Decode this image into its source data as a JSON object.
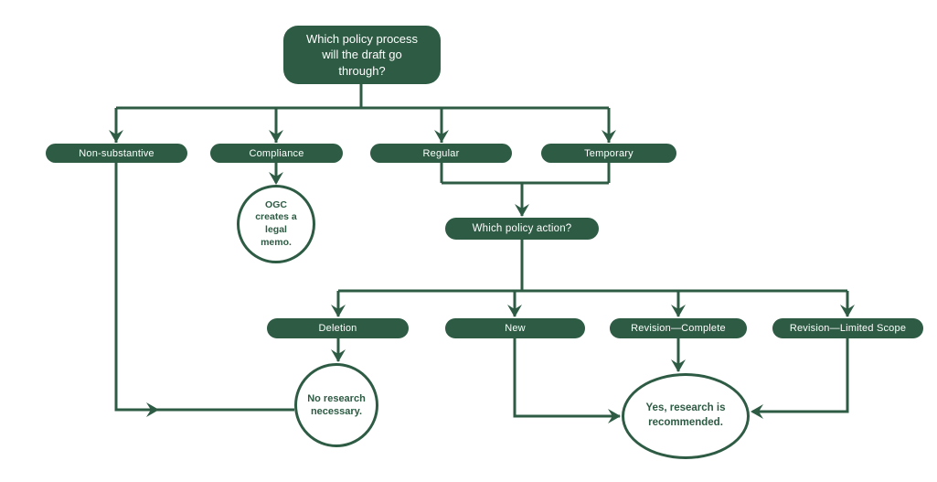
{
  "colors": {
    "green": "#2d5b43",
    "white": "#ffffff"
  },
  "root": {
    "label": "Which policy process will the draft go through?"
  },
  "process_branches": [
    {
      "label": "Non-substantive"
    },
    {
      "label": "Compliance"
    },
    {
      "label": "Regular"
    },
    {
      "label": "Temporary"
    }
  ],
  "ogc_note": {
    "label": "OGC creates a legal memo."
  },
  "action_question": {
    "label": "Which policy action?"
  },
  "action_branches": [
    {
      "label": "Deletion"
    },
    {
      "label": "New"
    },
    {
      "label": "Revision—Complete"
    },
    {
      "label": "Revision—Limited Scope"
    }
  ],
  "outcomes": {
    "no_research": "No research necessary.",
    "research": "Yes, research is recommended."
  }
}
